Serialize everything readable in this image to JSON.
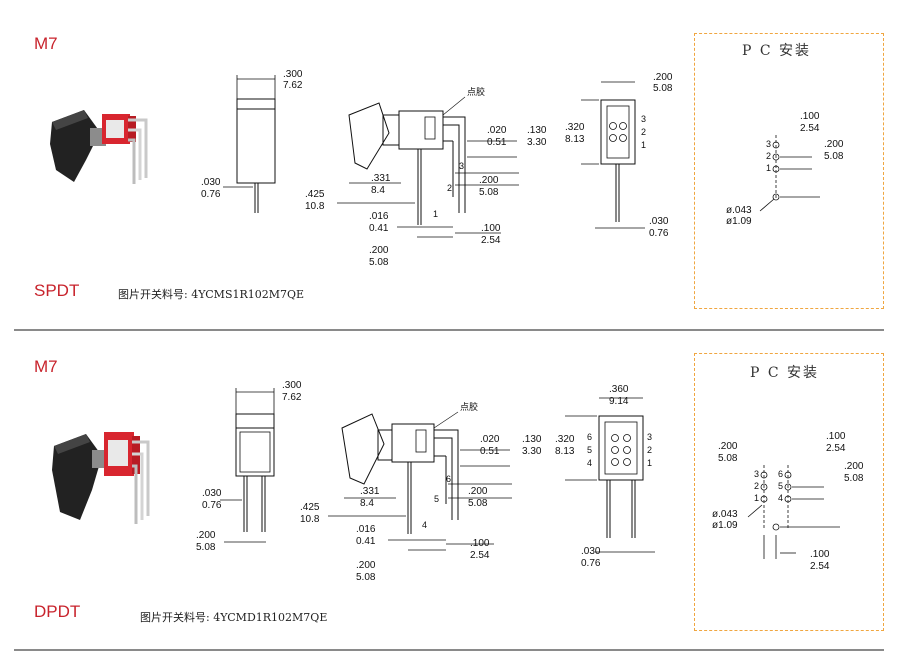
{
  "sections": [
    {
      "model": "M7",
      "type": "SPDT",
      "part_number": "图片开关料号: 4YCMS1R102M7QE",
      "pc_title": "P C 安装",
      "front_width": [
        ".300",
        "7.62"
      ],
      "front_pin": [
        ".030",
        "0.76"
      ],
      "side_height": [
        ".425",
        "10.8"
      ],
      "side_331": [
        ".331",
        "8.4"
      ],
      "side_016": [
        ".016",
        "0.41"
      ],
      "side_200_bottom": [
        ".200",
        "5.08"
      ],
      "side_020": [
        ".020",
        "0.51"
      ],
      "side_130": [
        ".130",
        "3.30"
      ],
      "side_200_right": [
        ".200",
        "5.08"
      ],
      "side_100": [
        ".100",
        "2.54"
      ],
      "glue_label": "点胶",
      "side_pins": [
        "3",
        "2",
        "1"
      ],
      "end_width": [
        ".200",
        "5.08"
      ],
      "end_height": [
        ".320",
        "8.13"
      ],
      "end_pin": [
        ".030",
        "0.76"
      ],
      "end_pins": [
        "3",
        "2",
        "1"
      ],
      "pc_100": [
        ".100",
        "2.54"
      ],
      "pc_200": [
        ".200",
        "5.08"
      ],
      "pc_hole": [
        "ø.043",
        "ø1.09"
      ],
      "pc_pins": [
        "3",
        "2",
        "1"
      ]
    },
    {
      "model": "M7",
      "type": "DPDT",
      "part_number": "图片开关料号: 4YCMD1R102M7QE",
      "pc_title": "P C 安装",
      "front_width": [
        ".300",
        "7.62"
      ],
      "front_pin": [
        ".030",
        "0.76"
      ],
      "front_spacing": [
        ".200",
        "5.08"
      ],
      "side_height": [
        ".425",
        "10.8"
      ],
      "side_331": [
        ".331",
        "8.4"
      ],
      "side_016": [
        ".016",
        "0.41"
      ],
      "side_200_bottom": [
        ".200",
        "5.08"
      ],
      "side_020": [
        ".020",
        "0.51"
      ],
      "side_130": [
        ".130",
        "3.30"
      ],
      "side_200_right": [
        ".200",
        "5.08"
      ],
      "side_100": [
        ".100",
        "2.54"
      ],
      "glue_label": "点胶",
      "side_pins": [
        "6",
        "5",
        "4"
      ],
      "end_width": [
        ".360",
        "9.14"
      ],
      "end_height": [
        ".320",
        "8.13"
      ],
      "end_pin": [
        ".030",
        "0.76"
      ],
      "end_pins_left": [
        "6",
        "5",
        "4"
      ],
      "end_pins_right": [
        "3",
        "2",
        "1"
      ],
      "pc_200_left": [
        ".200",
        "5.08"
      ],
      "pc_100_top": [
        ".100",
        "2.54"
      ],
      "pc_200_right": [
        ".200",
        "5.08"
      ],
      "pc_100_bottom": [
        ".100",
        "2.54"
      ],
      "pc_hole": [
        "ø.043",
        "ø1.09"
      ],
      "pc_pins_left": [
        "3",
        "2",
        "1"
      ],
      "pc_pins_right": [
        "6",
        "5",
        "4"
      ]
    }
  ],
  "colors": {
    "brand_red": "#c8232c",
    "dash_orange": "#f0a640",
    "divider": "#8a8a8a"
  }
}
